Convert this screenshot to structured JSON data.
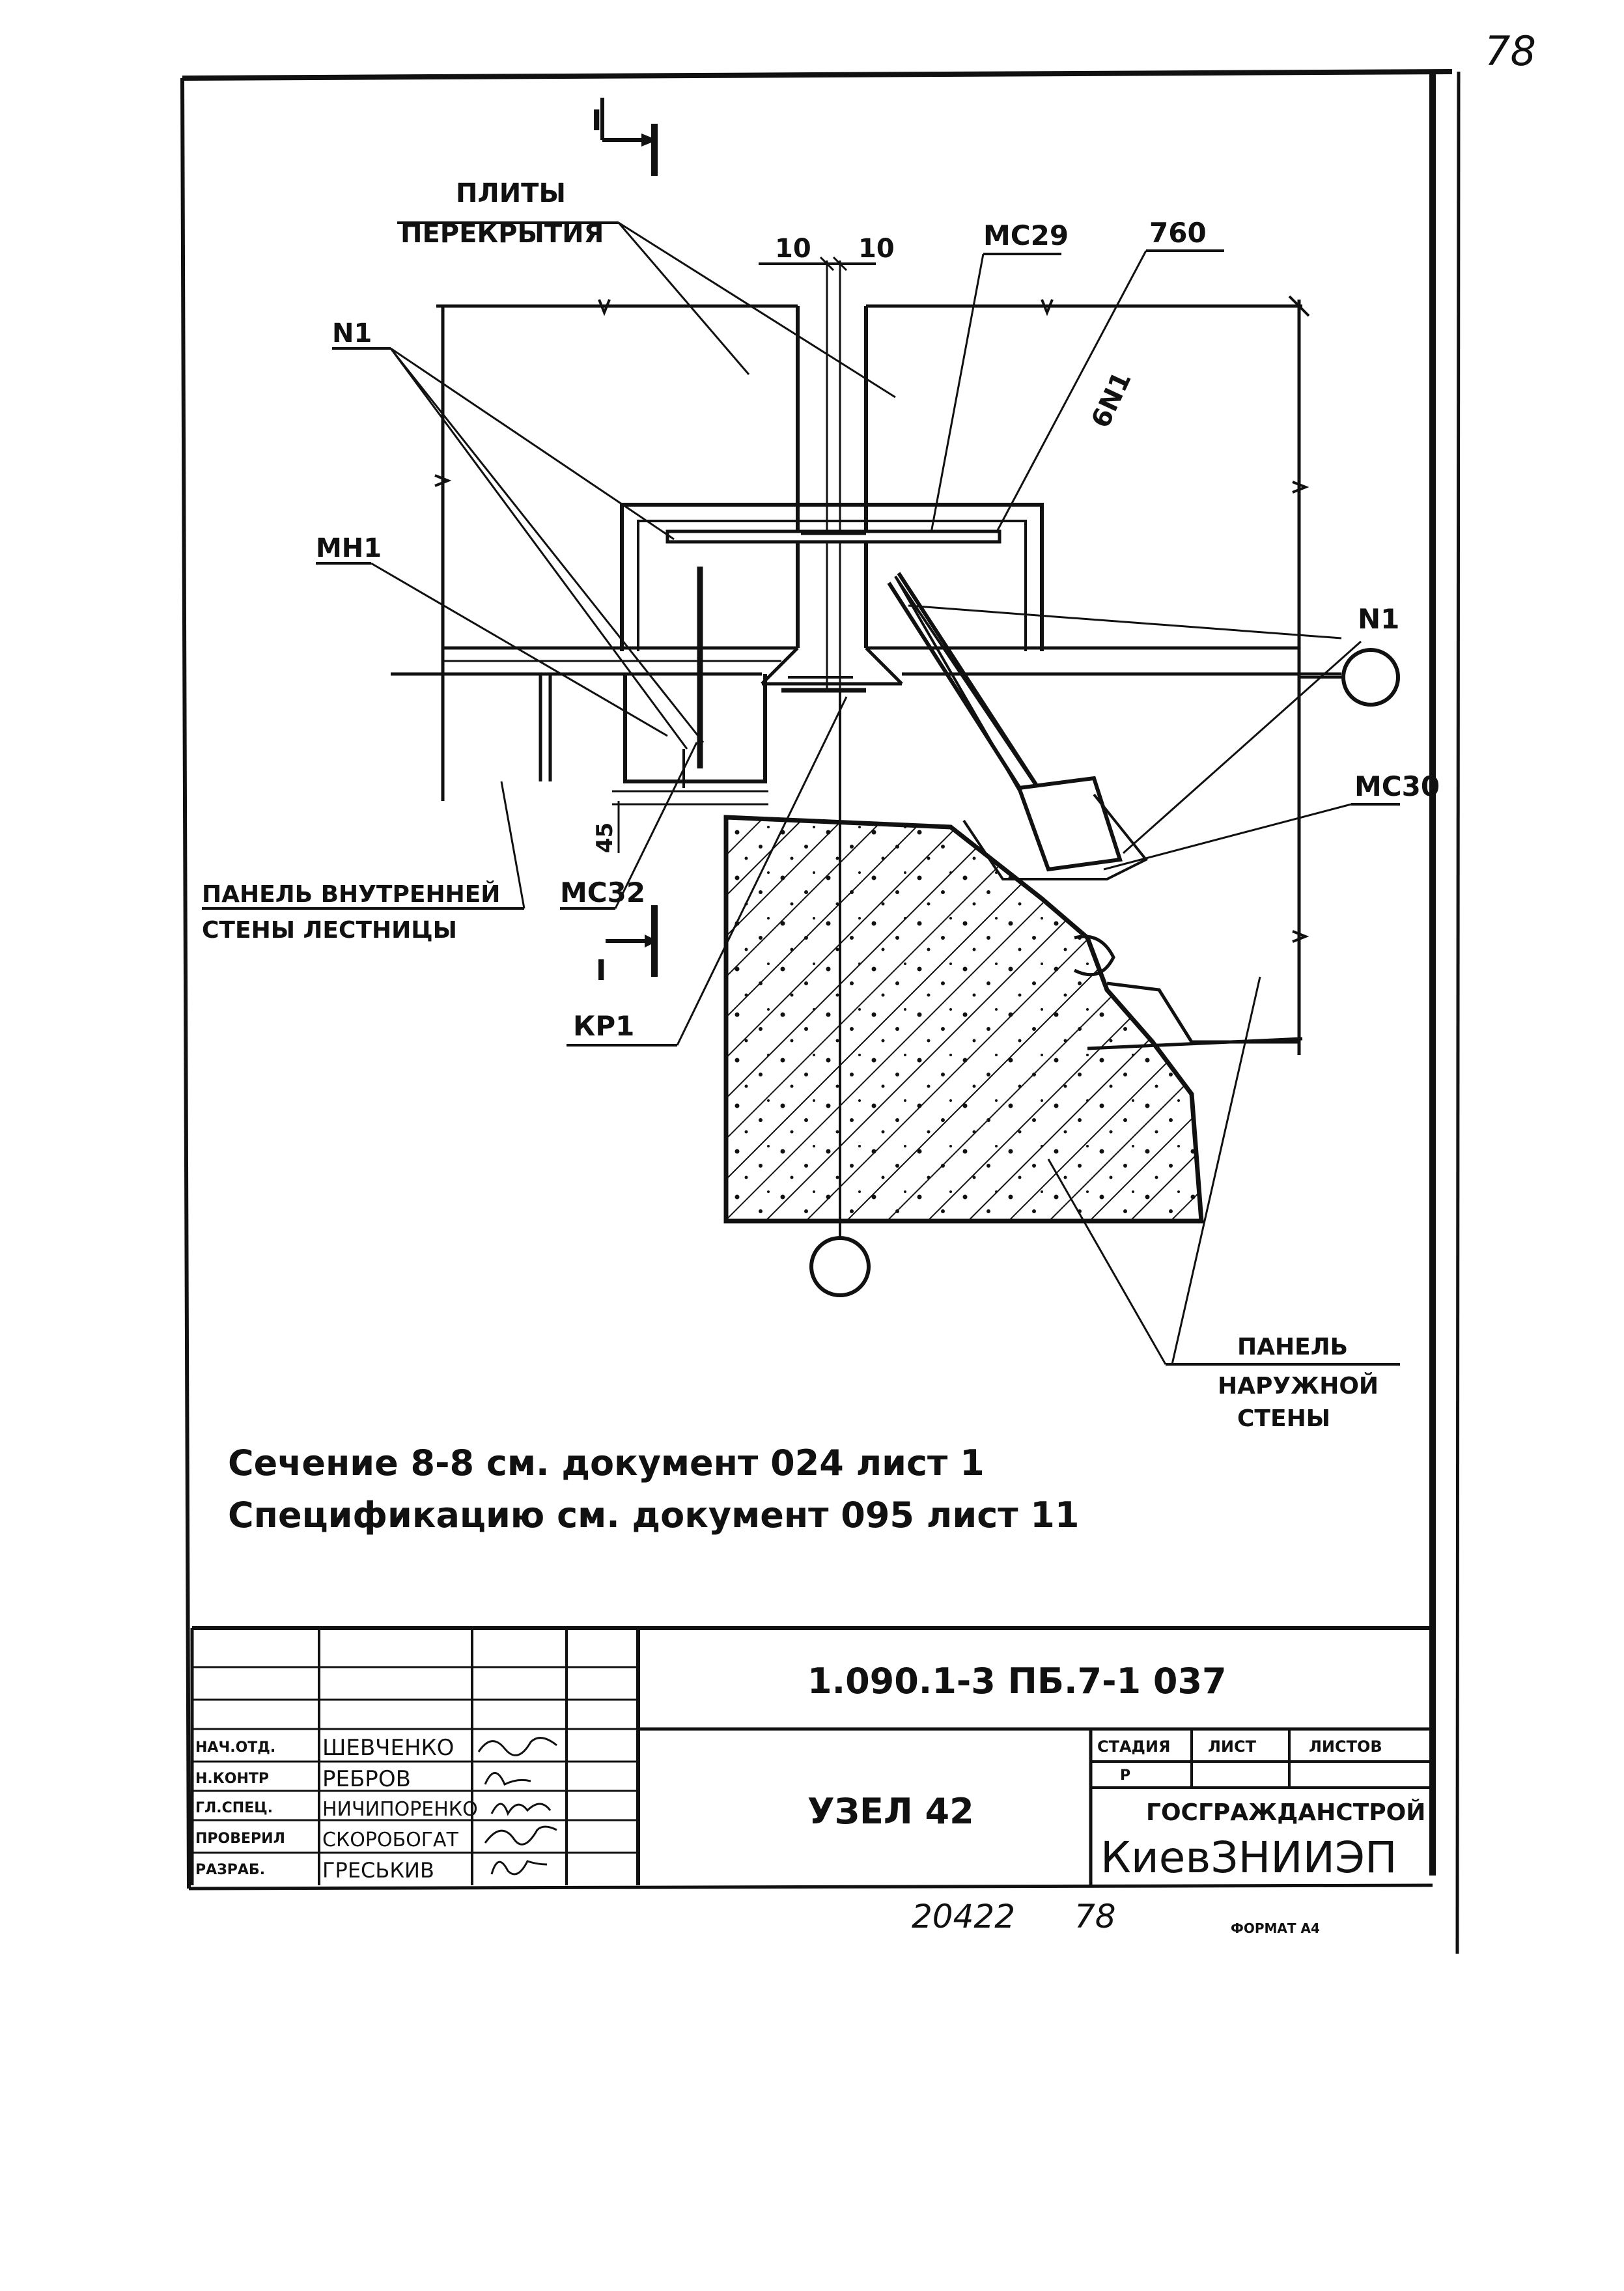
{
  "page_number": "78",
  "drawing": {
    "section_mark": "I",
    "labels": {
      "floor_slabs_line1": "ПЛИТЫ",
      "floor_slabs_line2": "ПЕРЕКРЫТИЯ",
      "dim_left": "10",
      "dim_right": "10",
      "mc29": "МС29",
      "size_760": "760",
      "n1_top_left": "N1",
      "rebar_6n1": "6N1",
      "mn1": "МН1",
      "n1_right": "N1",
      "mc30": "МС30",
      "dim_45": "45",
      "inner_panel_line1": "ПАНЕЛЬ ВНУТРЕННЕЙ",
      "inner_panel_line2": "СТЕНЫ ЛЕСТНИЦЫ",
      "mc32": "МС32",
      "kp1": "КР1",
      "outer_panel_line1": "ПАНЕЛЬ",
      "outer_panel_line2": "НАРУЖНОЙ",
      "outer_panel_line3": "СТЕНЫ"
    },
    "notes": [
      "Сечение 8-8 см. документ 024 лист 1",
      "Спецификацию см. документ 095 лист 11"
    ]
  },
  "title_block": {
    "document_code": "1.090.1-3 ПБ.7-1 037",
    "title": "УЗЕЛ 42",
    "headers": {
      "stage": "СТАДИЯ",
      "sheet": "ЛИСТ",
      "sheets": "ЛИСТОВ"
    },
    "stage_value": "Р",
    "organization_line1": "ГОСГРАЖДАНСТРОЙ",
    "organization_line2": "КиевЗНИИЭП",
    "staff": [
      {
        "role": "НАЧ.ОТД.",
        "name": "ШЕВЧЕНКО"
      },
      {
        "role": "Н.КОНТР",
        "name": "РЕБРОВ"
      },
      {
        "role": "ГЛ.СПЕЦ.",
        "name": "НИЧИПОРЕНКО"
      },
      {
        "role": "ПРОВЕРИЛ",
        "name": "СКОРОБОГАТ"
      },
      {
        "role": "РАЗРАБ.",
        "name": "ГРЕСЬКИВ"
      }
    ]
  },
  "footer": {
    "archive_number": "20422",
    "archive_sheet": "78",
    "format": "ФОРМАТ А4"
  }
}
